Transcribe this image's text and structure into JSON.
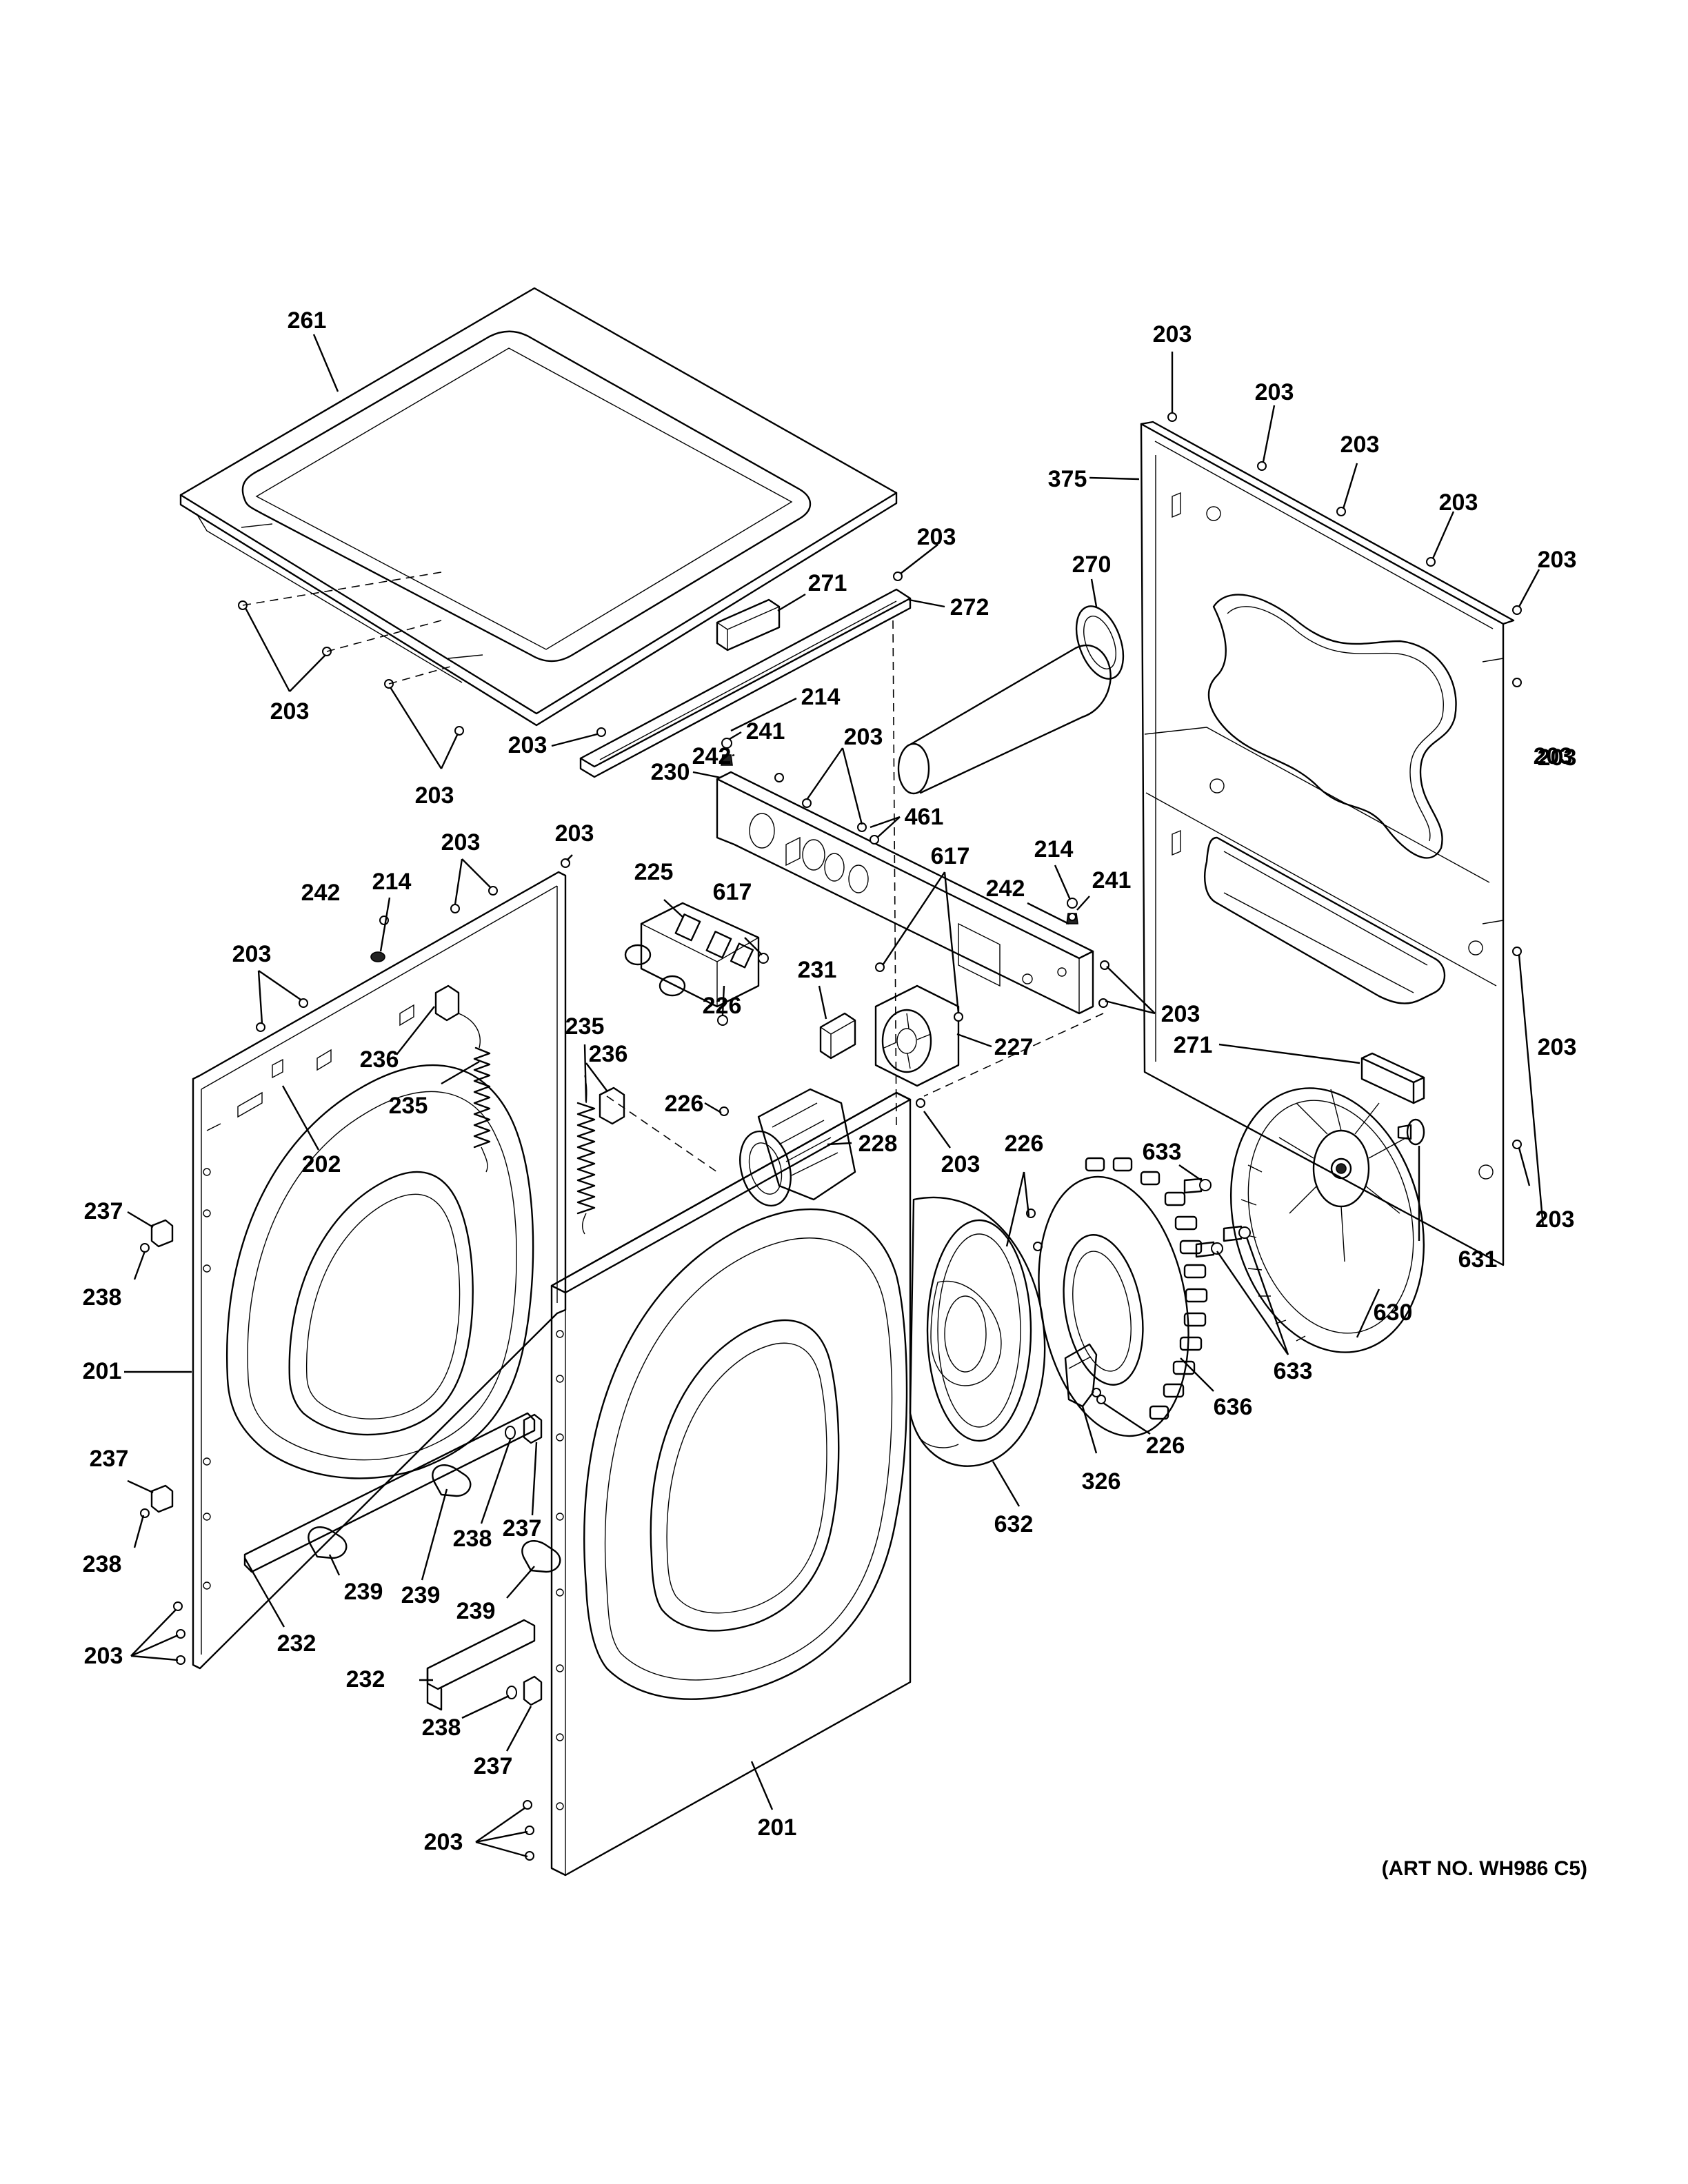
{
  "art_number": "(ART NO. WH986 C5)",
  "callouts": [
    {
      "id": "c261",
      "text": "261"
    },
    {
      "id": "c203a",
      "text": "203"
    },
    {
      "id": "c203b",
      "text": "203"
    },
    {
      "id": "c203c",
      "text": "203"
    },
    {
      "id": "c203d",
      "text": "203"
    },
    {
      "id": "c203e",
      "text": "203"
    },
    {
      "id": "c375",
      "text": "375"
    },
    {
      "id": "c203f",
      "text": "203"
    },
    {
      "id": "c271a",
      "text": "271"
    },
    {
      "id": "c272",
      "text": "272"
    },
    {
      "id": "c270",
      "text": "270"
    },
    {
      "id": "c203g",
      "text": "203"
    },
    {
      "id": "c203h",
      "text": "203"
    },
    {
      "id": "c203i",
      "text": "203"
    },
    {
      "id": "c214a",
      "text": "214"
    },
    {
      "id": "c241a",
      "text": "241"
    },
    {
      "id": "c203j",
      "text": "203"
    },
    {
      "id": "c242a",
      "text": "242"
    },
    {
      "id": "c203k",
      "text": "203"
    },
    {
      "id": "c203l",
      "text": "203"
    },
    {
      "id": "c230",
      "text": "230"
    },
    {
      "id": "c461",
      "text": "461"
    },
    {
      "id": "c203m",
      "text": "203"
    },
    {
      "id": "c203n",
      "text": "203"
    },
    {
      "id": "c617a",
      "text": "617"
    },
    {
      "id": "c617b",
      "text": "617"
    },
    {
      "id": "c225",
      "text": "225"
    },
    {
      "id": "c214b",
      "text": "214"
    },
    {
      "id": "c214c",
      "text": "214"
    },
    {
      "id": "c242b",
      "text": "242"
    },
    {
      "id": "c241b",
      "text": "241"
    },
    {
      "id": "c242c",
      "text": "242"
    },
    {
      "id": "c203o",
      "text": "203"
    },
    {
      "id": "c231",
      "text": "231"
    },
    {
      "id": "c226a",
      "text": "226"
    },
    {
      "id": "c227",
      "text": "227"
    },
    {
      "id": "c203p",
      "text": "203"
    },
    {
      "id": "c236a",
      "text": "236"
    },
    {
      "id": "c235a",
      "text": "235"
    },
    {
      "id": "c236b",
      "text": "236"
    },
    {
      "id": "c271b",
      "text": "271"
    },
    {
      "id": "c203q",
      "text": "203"
    },
    {
      "id": "c235b",
      "text": "235"
    },
    {
      "id": "c228",
      "text": "228"
    },
    {
      "id": "c202",
      "text": "202"
    },
    {
      "id": "c226b",
      "text": "226"
    },
    {
      "id": "c203r",
      "text": "203"
    },
    {
      "id": "c226c",
      "text": "226"
    },
    {
      "id": "c633a",
      "text": "633"
    },
    {
      "id": "c203s",
      "text": "203"
    },
    {
      "id": "c631",
      "text": "631"
    },
    {
      "id": "c237a",
      "text": "237"
    },
    {
      "id": "c238a",
      "text": "238"
    },
    {
      "id": "c630",
      "text": "630"
    },
    {
      "id": "c201a",
      "text": "201"
    },
    {
      "id": "c633b",
      "text": "633"
    },
    {
      "id": "c636",
      "text": "636"
    },
    {
      "id": "c237b",
      "text": "237"
    },
    {
      "id": "c226d",
      "text": "226"
    },
    {
      "id": "c326",
      "text": "326"
    },
    {
      "id": "c238b",
      "text": "238"
    },
    {
      "id": "c237c",
      "text": "237"
    },
    {
      "id": "c238c",
      "text": "238"
    },
    {
      "id": "c632",
      "text": "632"
    },
    {
      "id": "c239a",
      "text": "239"
    },
    {
      "id": "c239b",
      "text": "239"
    },
    {
      "id": "c239c",
      "text": "239"
    },
    {
      "id": "c203t",
      "text": "203"
    },
    {
      "id": "c232a",
      "text": "232"
    },
    {
      "id": "c232b",
      "text": "232"
    },
    {
      "id": "c238d",
      "text": "238"
    },
    {
      "id": "c237d",
      "text": "237"
    },
    {
      "id": "c203u",
      "text": "203"
    },
    {
      "id": "c201b",
      "text": "201"
    }
  ]
}
